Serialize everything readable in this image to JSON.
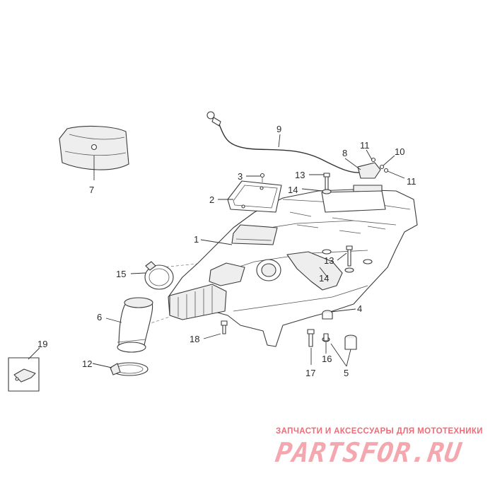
{
  "diagram": {
    "callouts": [
      "1",
      "2",
      "3",
      "4",
      "5",
      "6",
      "7",
      "8",
      "9",
      "10",
      "11",
      "11",
      "12",
      "13",
      "13",
      "14",
      "14",
      "15",
      "16",
      "17",
      "18",
      "19"
    ]
  },
  "watermark": {
    "caption": "ЗАПЧАСТИ И АКСЕССУАРЫ ДЛЯ МОТОТЕХНИКИ",
    "logo": "PARTSFOR.RU",
    "colors": {
      "caption": "#ef6b76",
      "logo": "#f4a7ae"
    }
  }
}
